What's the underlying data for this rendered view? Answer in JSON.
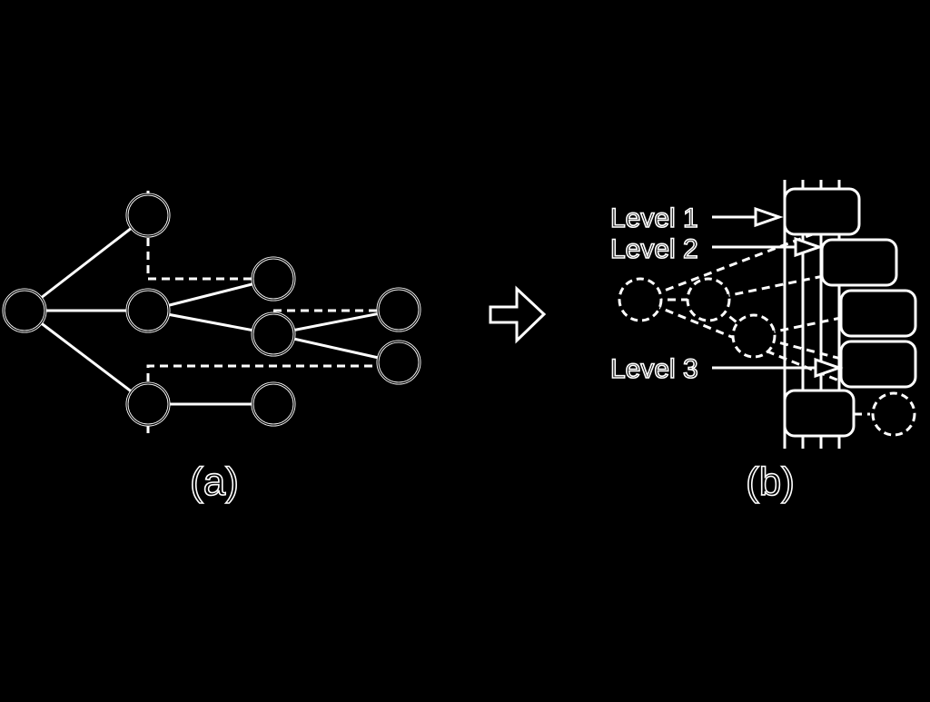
{
  "colors": {
    "background": "#000000",
    "line": "#ffffff"
  },
  "captions": {
    "a": "(a)",
    "b": "(b)"
  },
  "levels": {
    "l1": "Level 1",
    "l2": "Level 2",
    "l3": "Level 3"
  },
  "icons": {
    "transform_arrow": "right-arrow-icon"
  }
}
